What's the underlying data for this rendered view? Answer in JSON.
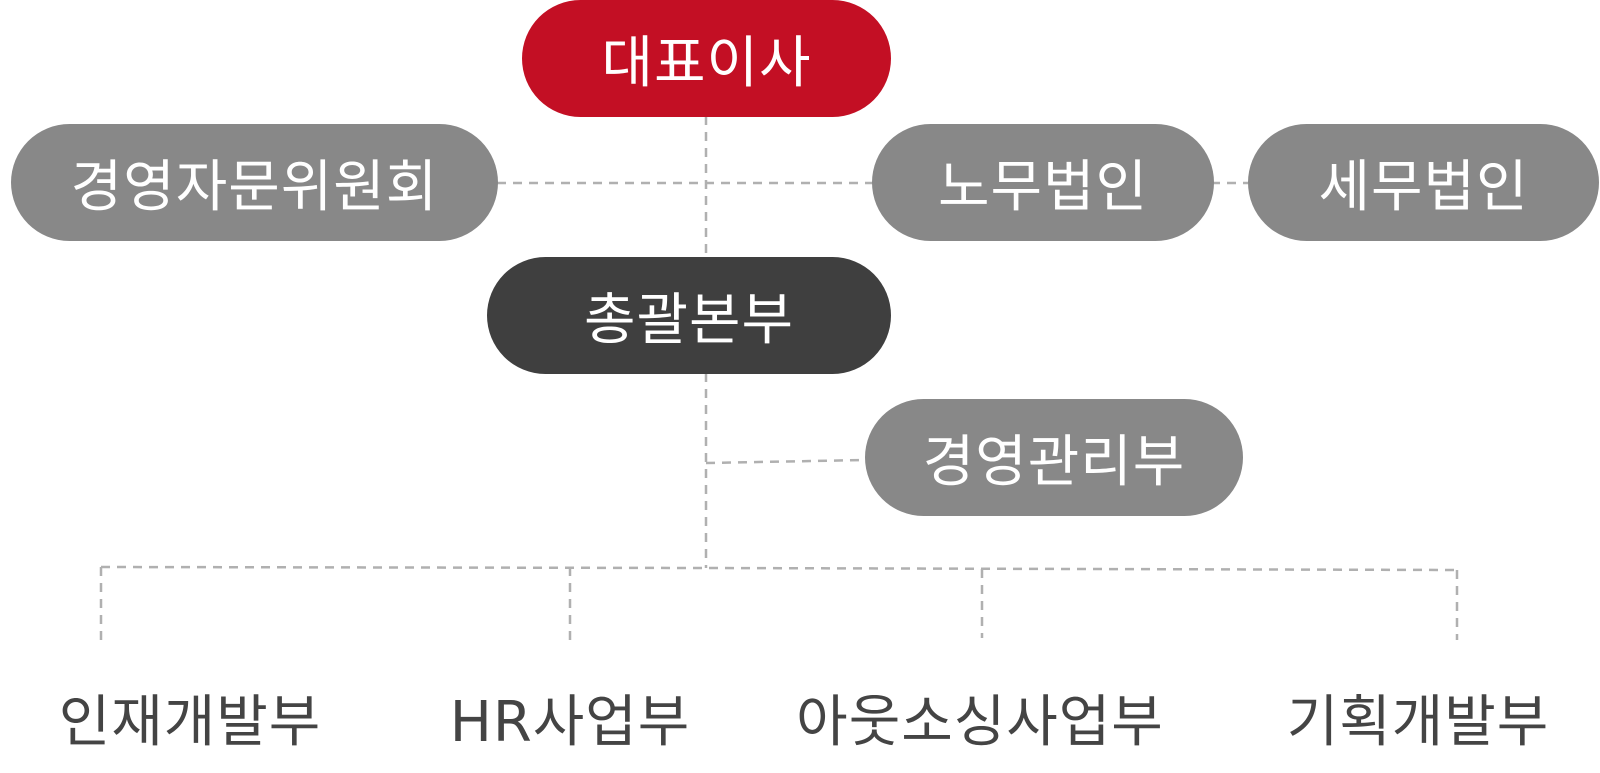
{
  "nodes": {
    "ceo": "대표이사",
    "advisory_committee": "경영자문위원회",
    "labor_law_firm": "노무법인",
    "tax_law_firm": "세무법인",
    "general_hq": "총괄본부",
    "management_dept": "경영관리부"
  },
  "departments": {
    "talent_development": "인재개발부",
    "hr_business": "HR사업부",
    "outsourcing_business": "아웃소싱사업부",
    "planning_development": "기획개발부"
  },
  "colors": {
    "ceo": "#c30f24",
    "gray_node": "#888888",
    "dark_node": "#3f3f3f",
    "department_text": "#444444",
    "connector": "#b0b0b0"
  }
}
